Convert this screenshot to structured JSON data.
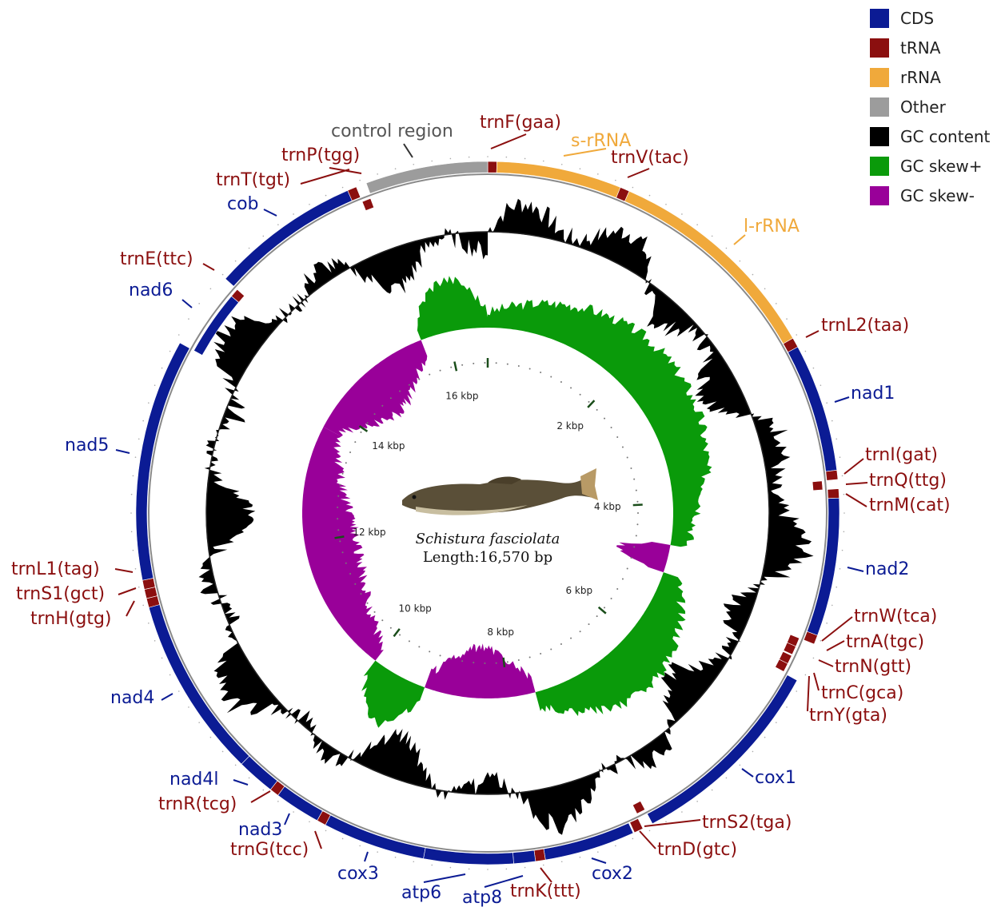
{
  "legend": [
    {
      "label": "CDS",
      "color": "#0b1b94"
    },
    {
      "label": "tRNA",
      "color": "#8b0f0f"
    },
    {
      "label": "rRNA",
      "color": "#f0a93b"
    },
    {
      "label": "Other",
      "color": "#9c9c9c"
    },
    {
      "label": "GC content",
      "color": "#000000"
    },
    {
      "label": "GC skew+",
      "color": "#0a9a0a"
    },
    {
      "label": "GC skew-",
      "color": "#990099"
    }
  ],
  "center": {
    "species": "Schistura fasciolata",
    "length_text": "Length:16,570 bp"
  },
  "genome_length": 16570,
  "kbp_ticks": [
    {
      "pos": 2000,
      "label": "2 kbp"
    },
    {
      "pos": 4000,
      "label": "4 kbp"
    },
    {
      "pos": 6000,
      "label": "6 kbp"
    },
    {
      "pos": 8000,
      "label": "8 kbp"
    },
    {
      "pos": 10000,
      "label": "10 kbp"
    },
    {
      "pos": 12000,
      "label": "12 kbp"
    },
    {
      "pos": 14000,
      "label": "14 kbp"
    },
    {
      "pos": 16000,
      "label": "16 kbp"
    }
  ],
  "features": [
    {
      "name": "trnF(gaa)",
      "type": "tRNA",
      "start": 0,
      "end": 69,
      "track": "outer"
    },
    {
      "name": "s-rRNA",
      "type": "rRNA",
      "start": 69,
      "end": 1020,
      "track": "outer"
    },
    {
      "name": "trnV(tac)",
      "type": "tRNA",
      "start": 1020,
      "end": 1092,
      "track": "outer"
    },
    {
      "name": "l-rRNA",
      "type": "rRNA",
      "start": 1092,
      "end": 2770,
      "track": "outer"
    },
    {
      "name": "trnL2(taa)",
      "type": "tRNA",
      "start": 2770,
      "end": 2845,
      "track": "outer"
    },
    {
      "name": "nad1",
      "type": "CDS",
      "start": 2845,
      "end": 3820,
      "track": "outer"
    },
    {
      "name": "trnI(gat)",
      "type": "tRNA",
      "start": 3820,
      "end": 3890,
      "track": "outer"
    },
    {
      "name": "trnQ(ttg)",
      "type": "tRNA",
      "start": 3890,
      "end": 3960,
      "track": "inner"
    },
    {
      "name": "trnM(cat)",
      "type": "tRNA",
      "start": 3960,
      "end": 4030,
      "track": "outer"
    },
    {
      "name": "nad2",
      "type": "CDS",
      "start": 4030,
      "end": 5080,
      "track": "outer"
    },
    {
      "name": "trnW(tca)",
      "type": "tRNA",
      "start": 5080,
      "end": 5150,
      "track": "outer"
    },
    {
      "name": "trnA(tgc)",
      "type": "tRNA",
      "start": 5150,
      "end": 5220,
      "track": "inner"
    },
    {
      "name": "trnN(gtt)",
      "type": "tRNA",
      "start": 5220,
      "end": 5290,
      "track": "inner"
    },
    {
      "name": "trnC(gca)",
      "type": "tRNA",
      "start": 5300,
      "end": 5370,
      "track": "inner"
    },
    {
      "name": "trnY(gta)",
      "type": "tRNA",
      "start": 5370,
      "end": 5440,
      "track": "inner"
    },
    {
      "name": "cox1",
      "type": "CDS",
      "start": 5450,
      "end": 7000,
      "track": "outer"
    },
    {
      "name": "trnS2(tga)",
      "type": "tRNA",
      "start": 7000,
      "end": 7070,
      "track": "inner"
    },
    {
      "name": "trnD(gtc)",
      "type": "tRNA",
      "start": 7080,
      "end": 7150,
      "track": "outer"
    },
    {
      "name": "cox2",
      "type": "CDS",
      "start": 7160,
      "end": 7850,
      "track": "outer"
    },
    {
      "name": "trnK(ttt)",
      "type": "tRNA",
      "start": 7850,
      "end": 7925,
      "track": "outer"
    },
    {
      "name": "atp8",
      "type": "CDS",
      "start": 7925,
      "end": 8090,
      "track": "outer"
    },
    {
      "name": "atp6",
      "type": "CDS",
      "start": 8090,
      "end": 8770,
      "track": "outer"
    },
    {
      "name": "cox3",
      "type": "CDS",
      "start": 8770,
      "end": 9550,
      "track": "outer"
    },
    {
      "name": "trnG(tcc)",
      "type": "tRNA",
      "start": 9550,
      "end": 9620,
      "track": "outer"
    },
    {
      "name": "nad3",
      "type": "CDS",
      "start": 9620,
      "end": 9970,
      "track": "outer"
    },
    {
      "name": "trnR(tcg)",
      "type": "tRNA",
      "start": 9970,
      "end": 10040,
      "track": "outer"
    },
    {
      "name": "nad4l",
      "type": "CDS",
      "start": 10040,
      "end": 10330,
      "track": "outer"
    },
    {
      "name": "nad4",
      "type": "CDS",
      "start": 10330,
      "end": 11710,
      "track": "outer"
    },
    {
      "name": "trnH(gtg)",
      "type": "tRNA",
      "start": 11710,
      "end": 11780,
      "track": "outer"
    },
    {
      "name": "trnS1(gct)",
      "type": "tRNA",
      "start": 11780,
      "end": 11850,
      "track": "outer"
    },
    {
      "name": "trnL1(tag)",
      "type": "tRNA",
      "start": 11850,
      "end": 11920,
      "track": "outer"
    },
    {
      "name": "nad5",
      "type": "CDS",
      "start": 11920,
      "end": 13760,
      "track": "outer"
    },
    {
      "name": "nad6",
      "type": "CDS",
      "start": 13760,
      "end": 14280,
      "track": "inner"
    },
    {
      "name": "trnE(ttc)",
      "type": "tRNA",
      "start": 14280,
      "end": 14350,
      "track": "inner"
    },
    {
      "name": "cob",
      "type": "CDS",
      "start": 14350,
      "end": 15490,
      "track": "outer"
    },
    {
      "name": "trnT(tgt)",
      "type": "tRNA",
      "start": 15490,
      "end": 15560,
      "track": "outer"
    },
    {
      "name": "trnP(tgg)",
      "type": "tRNA",
      "start": 15560,
      "end": 15630,
      "track": "inner"
    },
    {
      "name": "control region",
      "type": "Other",
      "start": 15640,
      "end": 16570,
      "track": "outer"
    }
  ],
  "labels": [
    {
      "text": "control region",
      "type": "Other"
    },
    {
      "text": "trnF(gaa)",
      "type": "tRNA"
    },
    {
      "text": "s-rRNA",
      "type": "rRNA"
    },
    {
      "text": "trnV(tac)",
      "type": "tRNA"
    },
    {
      "text": "trnP(tgg)",
      "type": "tRNA"
    },
    {
      "text": "trnT(tgt)",
      "type": "tRNA"
    },
    {
      "text": "cob",
      "type": "CDS"
    },
    {
      "text": "l-rRNA",
      "type": "rRNA"
    },
    {
      "text": "trnE(ttc)",
      "type": "tRNA"
    },
    {
      "text": "nad6",
      "type": "CDS"
    },
    {
      "text": "trnL2(taa)",
      "type": "tRNA"
    },
    {
      "text": "nad1",
      "type": "CDS"
    },
    {
      "text": "nad5",
      "type": "CDS"
    },
    {
      "text": "trnI(gat)",
      "type": "tRNA"
    },
    {
      "text": "trnQ(ttg)",
      "type": "tRNA"
    },
    {
      "text": "trnM(cat)",
      "type": "tRNA"
    },
    {
      "text": "nad2",
      "type": "CDS"
    },
    {
      "text": "trnL1(tag)",
      "type": "tRNA"
    },
    {
      "text": "trnS1(gct)",
      "type": "tRNA"
    },
    {
      "text": "trnH(gtg)",
      "type": "tRNA"
    },
    {
      "text": "trnW(tca)",
      "type": "tRNA"
    },
    {
      "text": "trnA(tgc)",
      "type": "tRNA"
    },
    {
      "text": "trnN(gtt)",
      "type": "tRNA"
    },
    {
      "text": "trnC(gca)",
      "type": "tRNA"
    },
    {
      "text": "trnY(gta)",
      "type": "tRNA"
    },
    {
      "text": "nad4",
      "type": "CDS"
    },
    {
      "text": "cox1",
      "type": "CDS"
    },
    {
      "text": "nad4l",
      "type": "CDS"
    },
    {
      "text": "trnR(tcg)",
      "type": "tRNA"
    },
    {
      "text": "nad3",
      "type": "CDS"
    },
    {
      "text": "trnG(tcc)",
      "type": "tRNA"
    },
    {
      "text": "trnS2(tga)",
      "type": "tRNA"
    },
    {
      "text": "trnD(gtc)",
      "type": "tRNA"
    },
    {
      "text": "cox3",
      "type": "CDS"
    },
    {
      "text": "atp6",
      "type": "CDS"
    },
    {
      "text": "atp8",
      "type": "CDS"
    },
    {
      "text": "trnK(ttt)",
      "type": "tRNA"
    },
    {
      "text": "cox2",
      "type": "CDS"
    }
  ],
  "gc_skew_segments": [
    {
      "start": 0,
      "end": 4600,
      "sign": "+"
    },
    {
      "start": 4600,
      "end": 5000,
      "sign": "-"
    },
    {
      "start": 5000,
      "end": 7600,
      "sign": "+"
    },
    {
      "start": 7600,
      "end": 9200,
      "sign": "-"
    },
    {
      "start": 9200,
      "end": 10000,
      "sign": "+"
    },
    {
      "start": 10000,
      "end": 13700,
      "sign": "-"
    },
    {
      "start": 13700,
      "end": 15600,
      "sign": "-"
    },
    {
      "start": 15600,
      "end": 16570,
      "sign": "+"
    }
  ]
}
